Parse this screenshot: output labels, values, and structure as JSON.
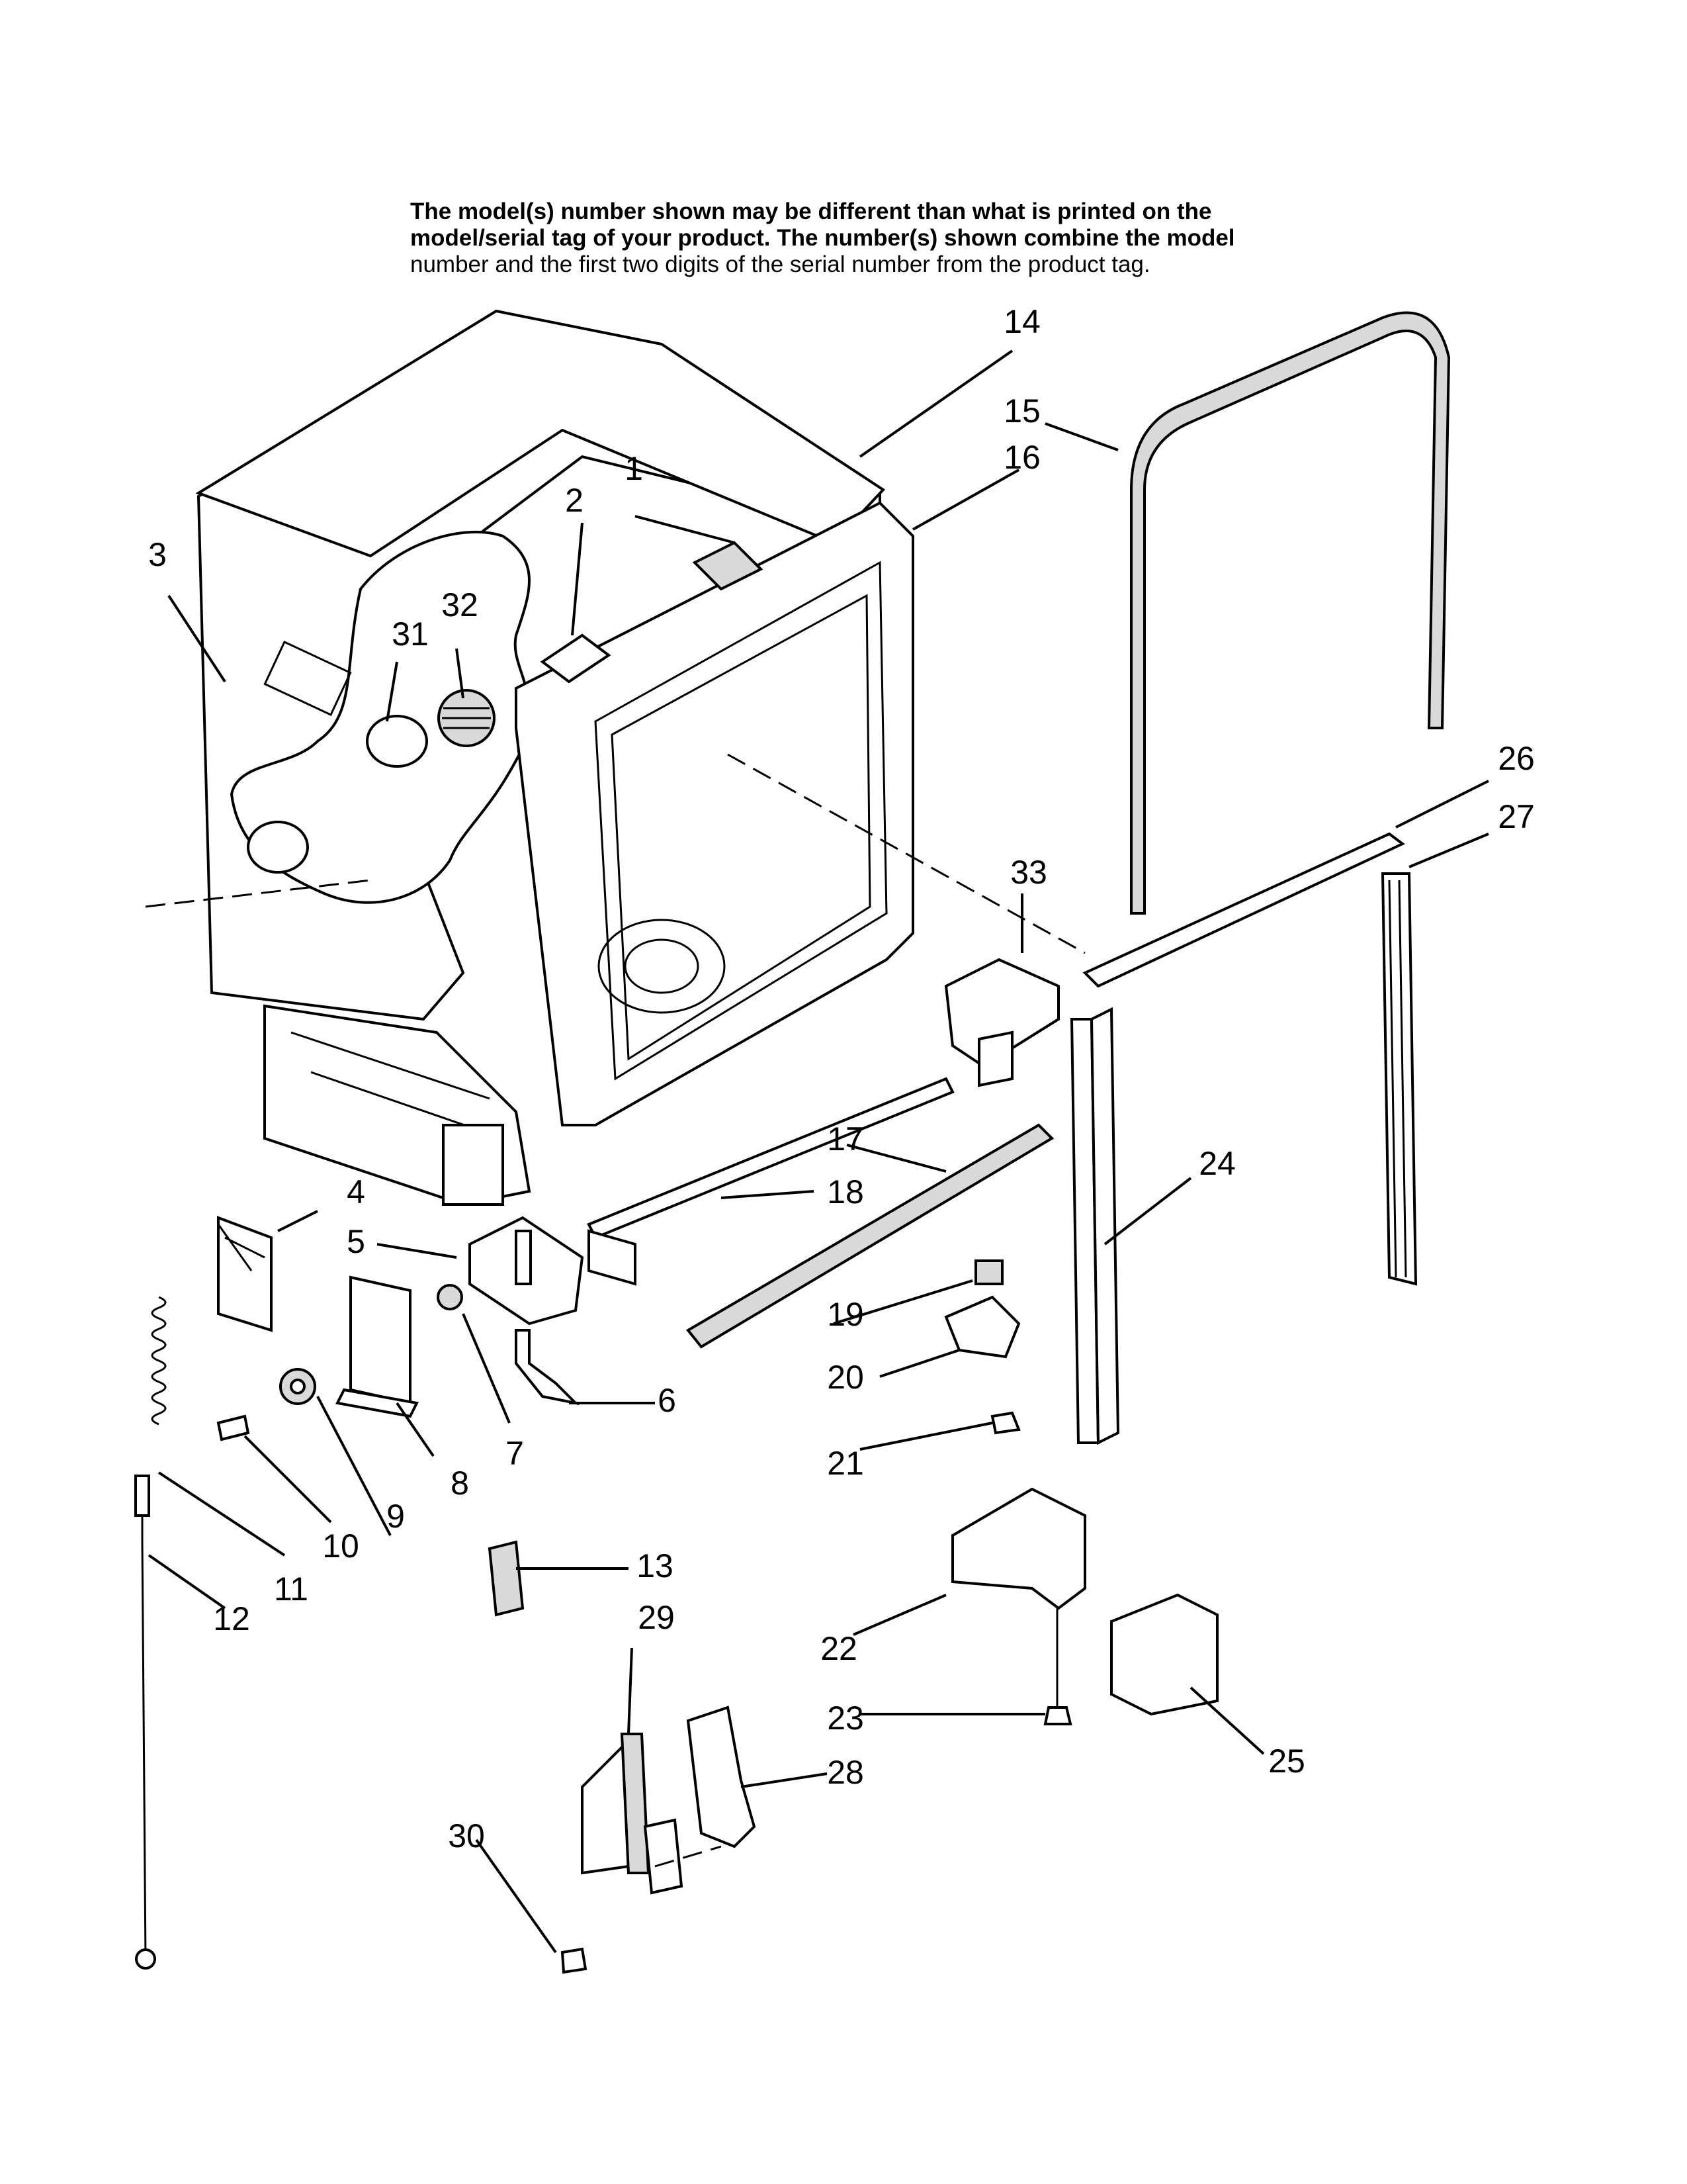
{
  "note": {
    "line1": "The model(s) number shown may be different than what is printed on the",
    "line2": "model/serial tag of your product. The number(s) shown combine the model",
    "line3": "number and the first two digits of the serial number from the product tag."
  },
  "callouts": [
    "1",
    "2",
    "3",
    "4",
    "5",
    "6",
    "7",
    "8",
    "9",
    "10",
    "11",
    "12",
    "13",
    "14",
    "15",
    "16",
    "17",
    "18",
    "19",
    "20",
    "21",
    "22",
    "23",
    "24",
    "25",
    "26",
    "27",
    "28",
    "29",
    "30",
    "31",
    "32",
    "33"
  ],
  "colors": {
    "ink": "#000000",
    "paper": "#ffffff",
    "insulation": "#d9d9d9"
  }
}
